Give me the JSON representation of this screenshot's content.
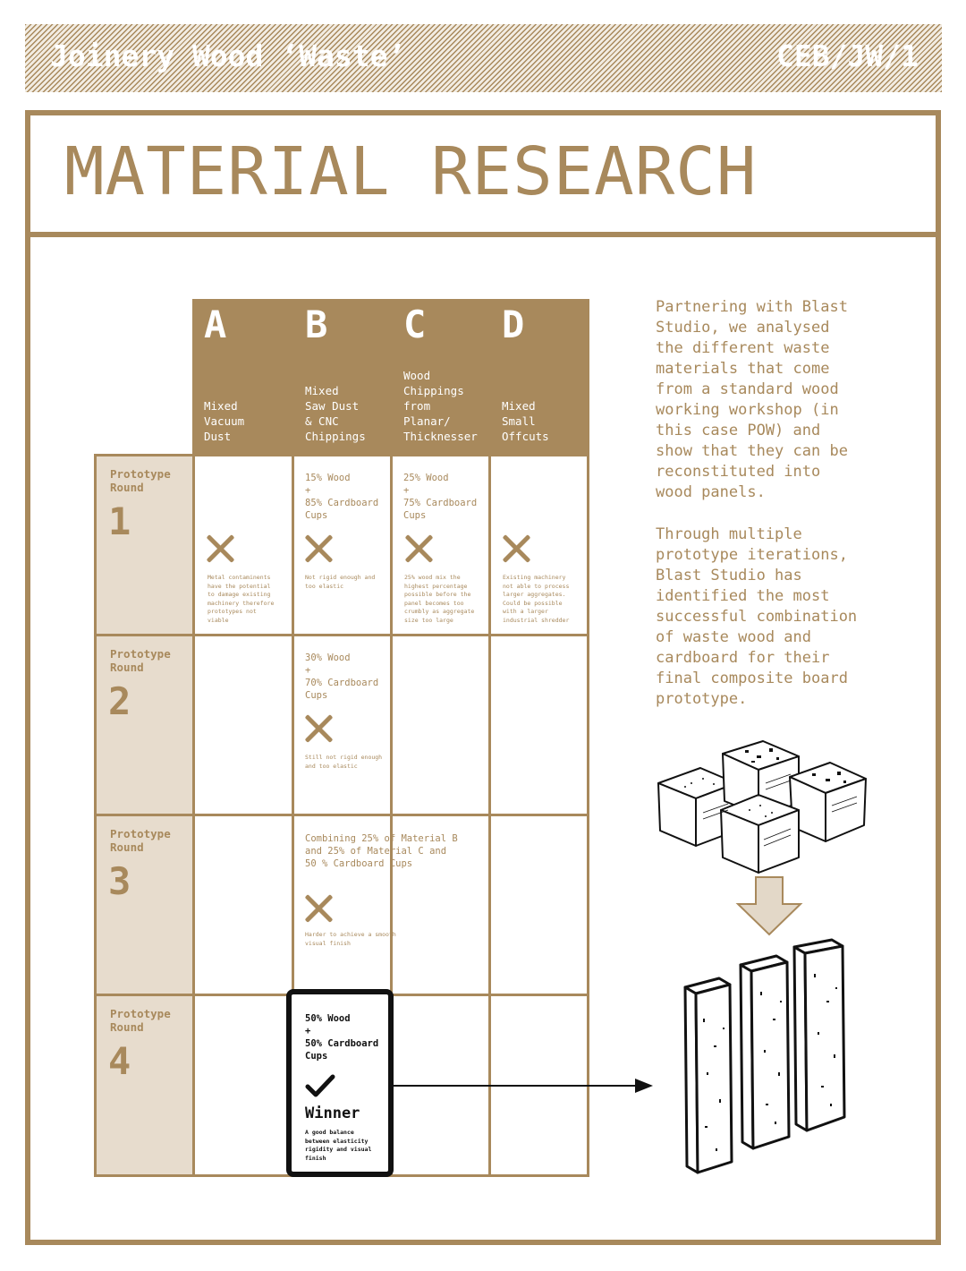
{
  "banner": {
    "left": "Joinery Wood ‘Waste’",
    "right": "CEB/JW/1"
  },
  "title": "MATERIAL RESEARCH",
  "columns": [
    {
      "letter": "A",
      "desc": "Mixed\nVacuum\nDust"
    },
    {
      "letter": "B",
      "desc": "Mixed\nSaw Dust\n& CNC\nChippings"
    },
    {
      "letter": "C",
      "desc": "Wood\nChippings\nfrom\nPlanar/\nThicknesser"
    },
    {
      "letter": "D",
      "desc": "Mixed\nSmall\nOffcuts"
    }
  ],
  "rows": [
    {
      "label": "Prototype Round",
      "num": "1"
    },
    {
      "label": "Prototype Round",
      "num": "2"
    },
    {
      "label": "Prototype Round",
      "num": "3"
    },
    {
      "label": "Prototype Round",
      "num": "4"
    }
  ],
  "cells": {
    "r1b_mix": "15% Wood\n+\n85% Cardboard\nCups",
    "r1c_mix": "25% Wood\n+\n75% Cardboard\nCups",
    "r1a_note": "Metal contaminents\nhave the potential\nto damage existing\nmachinery therefore\nprototypes not\nviable",
    "r1b_note": "Not rigid enough and\ntoo elastic",
    "r1c_note": "25% wood mix the\nhighest percentage\npossible before the\npanel becomes too\ncrumbly as aggregate\nsize too large",
    "r1d_note": "Existing machinery\nnot able to process\nlarger aggregates.\nCould be possible\nwith a larger\nindustrial shredder",
    "r2b_mix": "30% Wood\n+\n70% Cardboard\nCups",
    "r2b_note": "Still not rigid enough\nand too elastic",
    "r3b_mix": "Combining 25% of Material B\nand 25% of Material C and\n50 % Cardboard Cups",
    "r3b_note": "Harder to achieve a smooth\nvisual finish",
    "r4b_mix": "50% Wood\n+\n50% Cardboard\nCups",
    "r4b_winner": "Winner",
    "r4b_note": "A good balance\nbetween elasticity\nrigidity and visual\nfinish"
  },
  "side_text": {
    "para1": "Partnering with Blast\nStudio, we analysed\nthe different waste\nmaterials that come\nfrom a standard wood\nworking workshop (in\nthis case POW) and\nshow that they can be\nreconstituted into\nwood panels.",
    "para2": "Through multiple\nprototype iterations,\nBlast Studio has\nidentified the most\nsuccessful combination\nof waste wood and\ncardboard for their\nfinal composite board\nprototype."
  },
  "colors": {
    "accent": "#a8895c",
    "row_fill": "#e7dccd",
    "winner": "#111111"
  },
  "icons": [
    "cross-icon",
    "check-icon",
    "arrow-right-icon",
    "arrow-down-icon"
  ]
}
